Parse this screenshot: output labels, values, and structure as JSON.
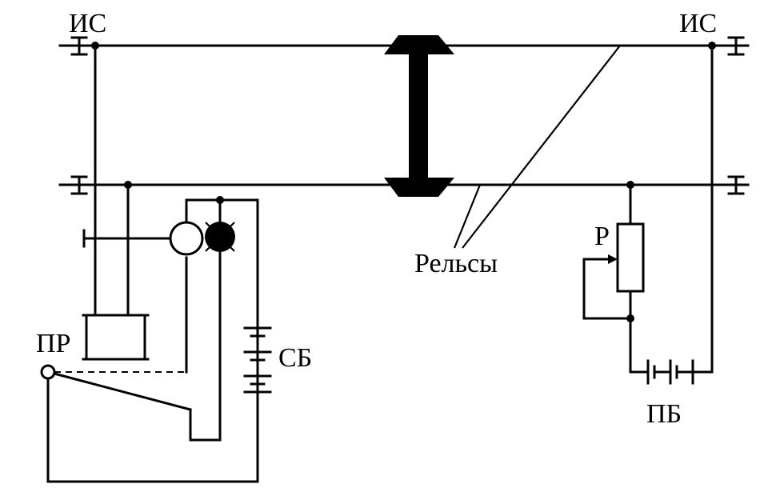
{
  "labels": {
    "insulating_joint_left": "ИС",
    "insulating_joint_right": "ИС",
    "rails": "Рельсы",
    "relay_left": "ПР",
    "signal_battery": "СБ",
    "resistor": "Р",
    "track_battery": "ПБ"
  }
}
